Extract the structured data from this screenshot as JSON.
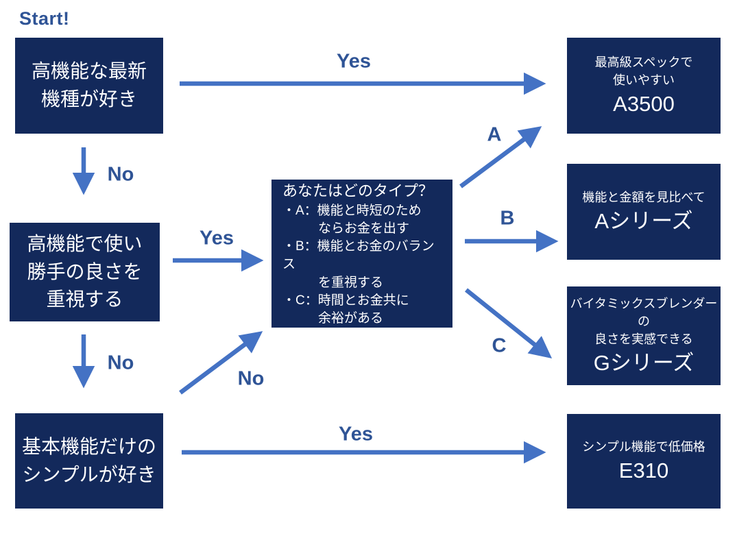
{
  "start_label": "Start!",
  "nodes": {
    "q1": {
      "lines": [
        "高機能な最新",
        "機種が好き"
      ]
    },
    "q2": {
      "lines": [
        "高機能で使い",
        "勝手の良さを",
        "重視する"
      ]
    },
    "q3": {
      "lines": [
        "基本機能だけの",
        "シンプルが好き"
      ]
    },
    "type_question": {
      "title": "あなたはどのタイプ？",
      "items": [
        {
          "head": "・A：機能と時短のため",
          "cont": "ならお金を出す"
        },
        {
          "head": "・B：機能とお金のバランス",
          "cont": "を重視する"
        },
        {
          "head": "・C：時間とお金共に",
          "cont": "余裕がある"
        }
      ]
    },
    "r1": {
      "desc_lines": [
        "最高級スペックで",
        "使いやすい"
      ],
      "model": "A3500"
    },
    "r2": {
      "desc_lines": [
        "機能と金額を見比べて"
      ],
      "model": "Aシリーズ"
    },
    "r3": {
      "desc_lines": [
        "バイタミックスブレンダーの",
        "良さを実感できる"
      ],
      "model": "Gシリーズ"
    },
    "r4": {
      "desc_lines": [
        "シンプル機能で低価格"
      ],
      "model": "E310"
    }
  },
  "edges": {
    "yes_top": "Yes",
    "no_1": "No",
    "yes_mid": "Yes",
    "no_2": "No",
    "no_diag": "No",
    "a": "A",
    "b": "B",
    "c": "C",
    "yes_bottom": "Yes"
  },
  "colors": {
    "box_fill": "#13295b",
    "arrow": "#4472c4",
    "label": "#2f5496"
  }
}
